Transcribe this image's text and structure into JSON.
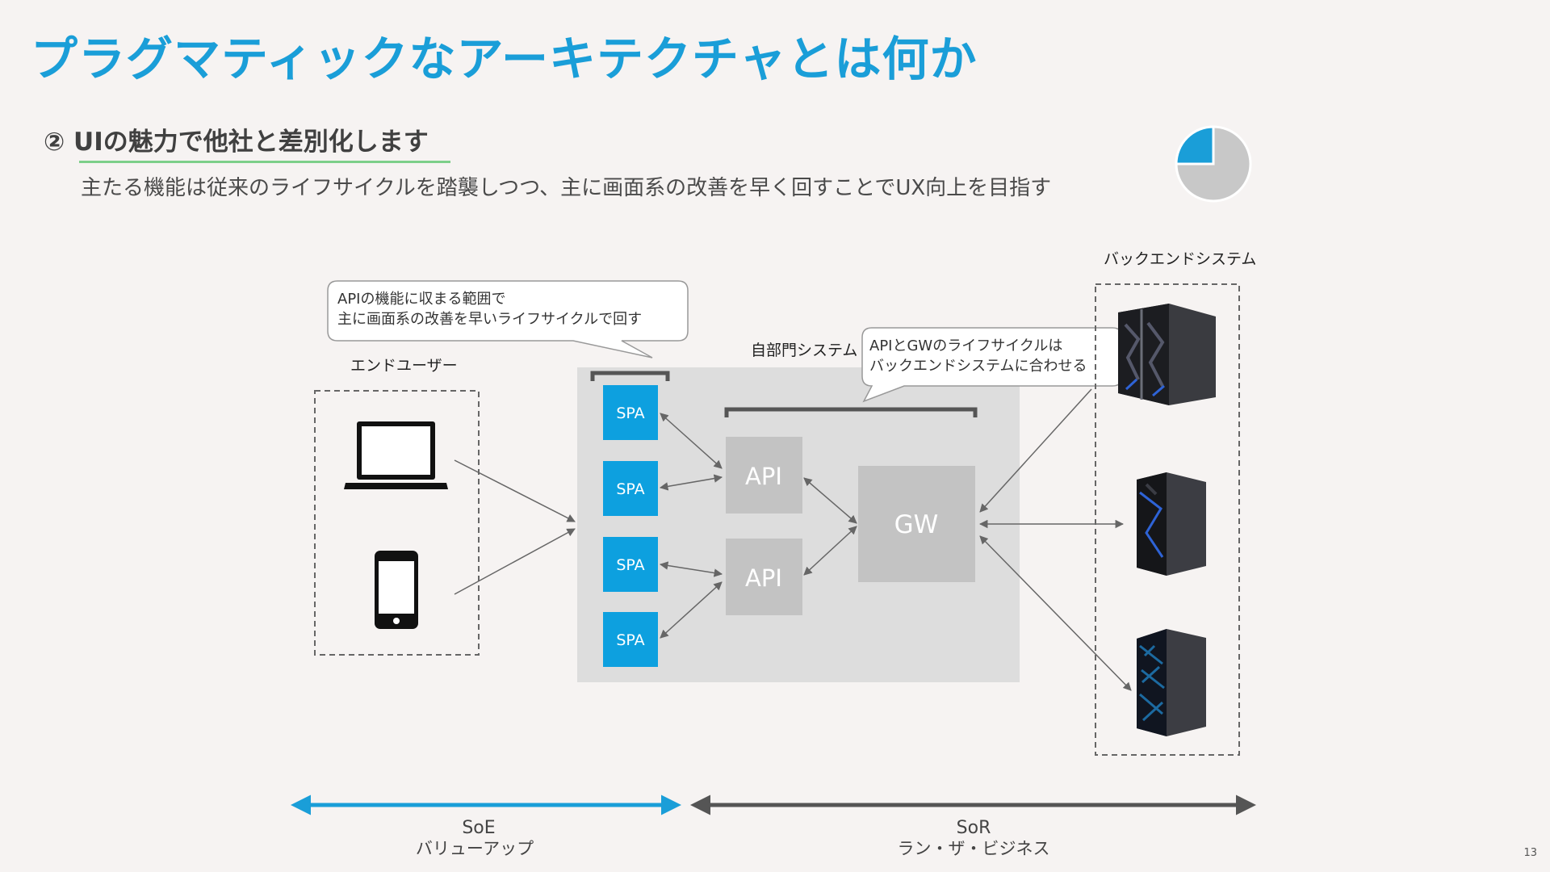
{
  "title": "プラグマティックなアーキテクチャとは何か",
  "section": {
    "heading": "② UIの魅力で他社と差別化します",
    "subtitle": "主たる機能は従来のライフサイクルを踏襲しつつ、主に画面系の改善を早く回すことでUX向上を目指す",
    "progress_fraction": 0.25
  },
  "diagram": {
    "end_user_label": "エンドユーザー",
    "own_system_label": "自部門システム",
    "backend_label": "バックエンドシステム",
    "spa_label": "SPA",
    "api_label": "API",
    "gw_label": "GW",
    "callout_left": [
      "APIの機能に収まる範囲で",
      "主に画面系の改善を早いライフサイクルで回す"
    ],
    "callout_right": [
      "APIとGWのライフサイクルは",
      "バックエンドシステムに合わせる"
    ]
  },
  "bottom": {
    "soe_title": "SoE",
    "soe_sub": "バリューアップ",
    "sor_title": "SoR",
    "sor_sub": "ラン・ザ・ビジネス"
  },
  "colors": {
    "accent": "#1a9ed8",
    "spa_blue": "#0da0df",
    "underline_green": "#7dcf8a",
    "box_gray": "#c3c3c3",
    "system_bg": "#dddddd",
    "dark_arrow": "#555555"
  },
  "page_number": "13"
}
